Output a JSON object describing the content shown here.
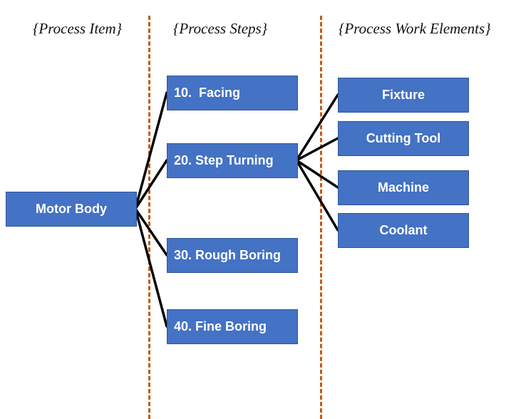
{
  "headers": {
    "process_item": "{Process Item}",
    "process_steps": "{Process Steps}",
    "process_work_elements": "{Process Work Elements}"
  },
  "process_item": {
    "label": "Motor Body"
  },
  "process_steps": [
    {
      "label": "10.  Facing"
    },
    {
      "label": "20. Step Turning"
    },
    {
      "label": "30. Rough Boring"
    },
    {
      "label": "40. Fine Boring"
    }
  ],
  "work_elements": [
    {
      "label": "Fixture"
    },
    {
      "label": "Cutting Tool"
    },
    {
      "label": "Machine"
    },
    {
      "label": "Coolant"
    }
  ],
  "colors": {
    "box_fill": "#4472c4",
    "box_border": "#2f5597",
    "divider": "#c55a11",
    "connector": "#000000"
  }
}
